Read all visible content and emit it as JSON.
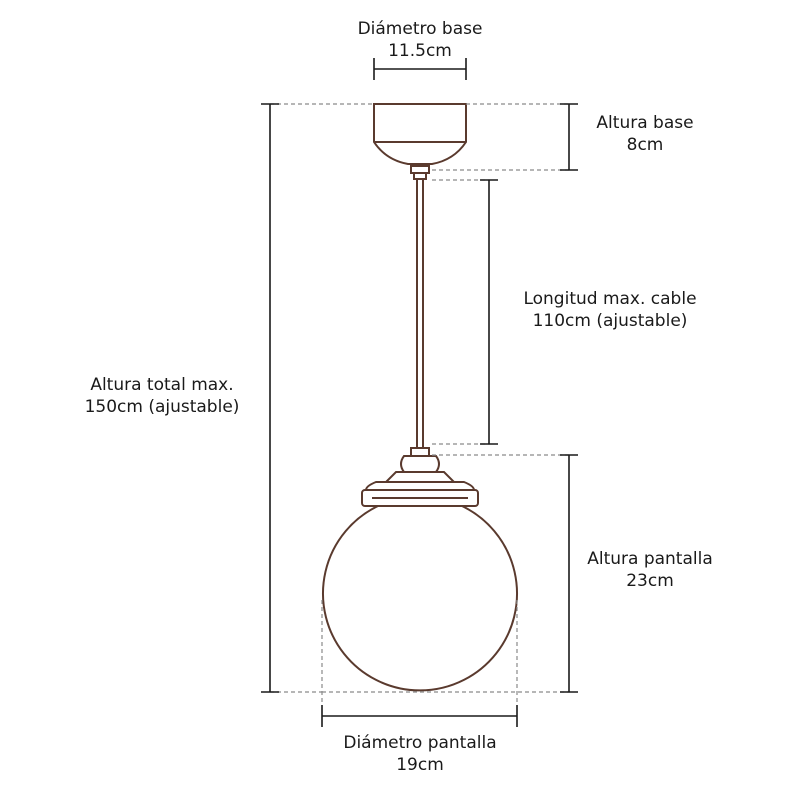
{
  "dimensions": {
    "base_diameter": {
      "label": "Diámetro base",
      "value": "11.5cm"
    },
    "base_height": {
      "label": "Altura base",
      "value": "8cm"
    },
    "cable_length": {
      "label": "Longitud max. cable",
      "value": "110cm (ajustable)"
    },
    "total_height": {
      "label": "Altura total max.",
      "value": "150cm (ajustable)"
    },
    "shade_height": {
      "label": "Altura pantalla",
      "value": "23cm"
    },
    "shade_diameter": {
      "label": "Diámetro pantalla",
      "value": "19cm"
    }
  },
  "colors": {
    "line": "#5a3a2e",
    "dimension": "#1a1a1a",
    "dashed": "#8a8a8a"
  }
}
